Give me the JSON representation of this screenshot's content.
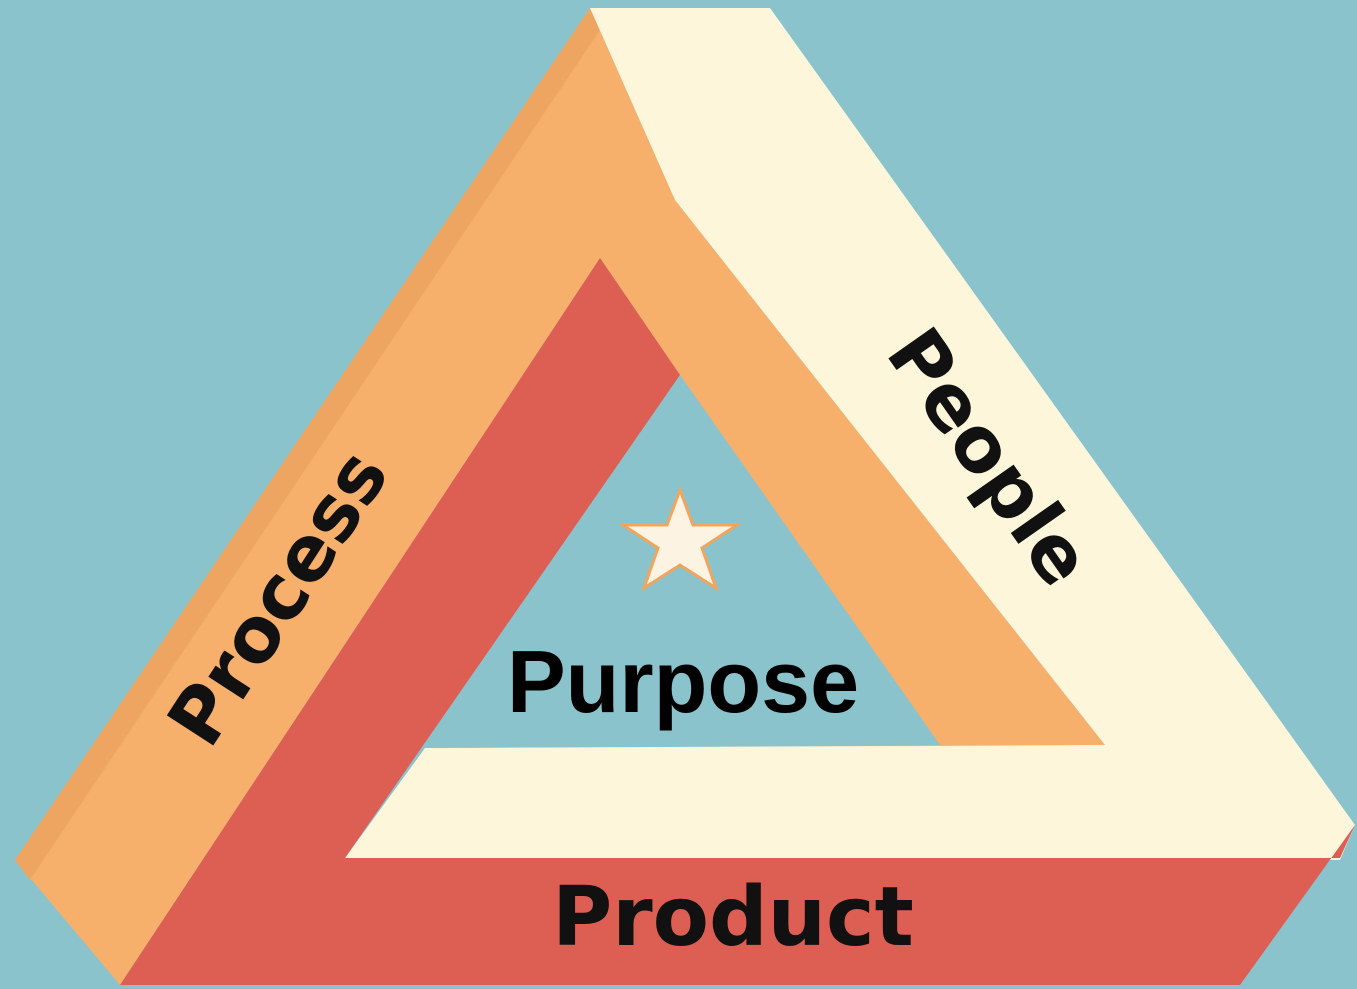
{
  "diagram": {
    "center_label": "Purpose",
    "sides": {
      "left": "Process",
      "right": "People",
      "bottom": "Product"
    },
    "center_icon": "star-icon"
  },
  "colors": {
    "background": "#8AC3CB",
    "orange_bar": "#F6B06C",
    "orange_shade": "#EA9A58",
    "cream_bar": "#FDF6DB",
    "red_bar": "#DD5E52",
    "star_fill": "#FDF3E3",
    "star_stroke": "#F0A55E",
    "text": "#111111"
  }
}
